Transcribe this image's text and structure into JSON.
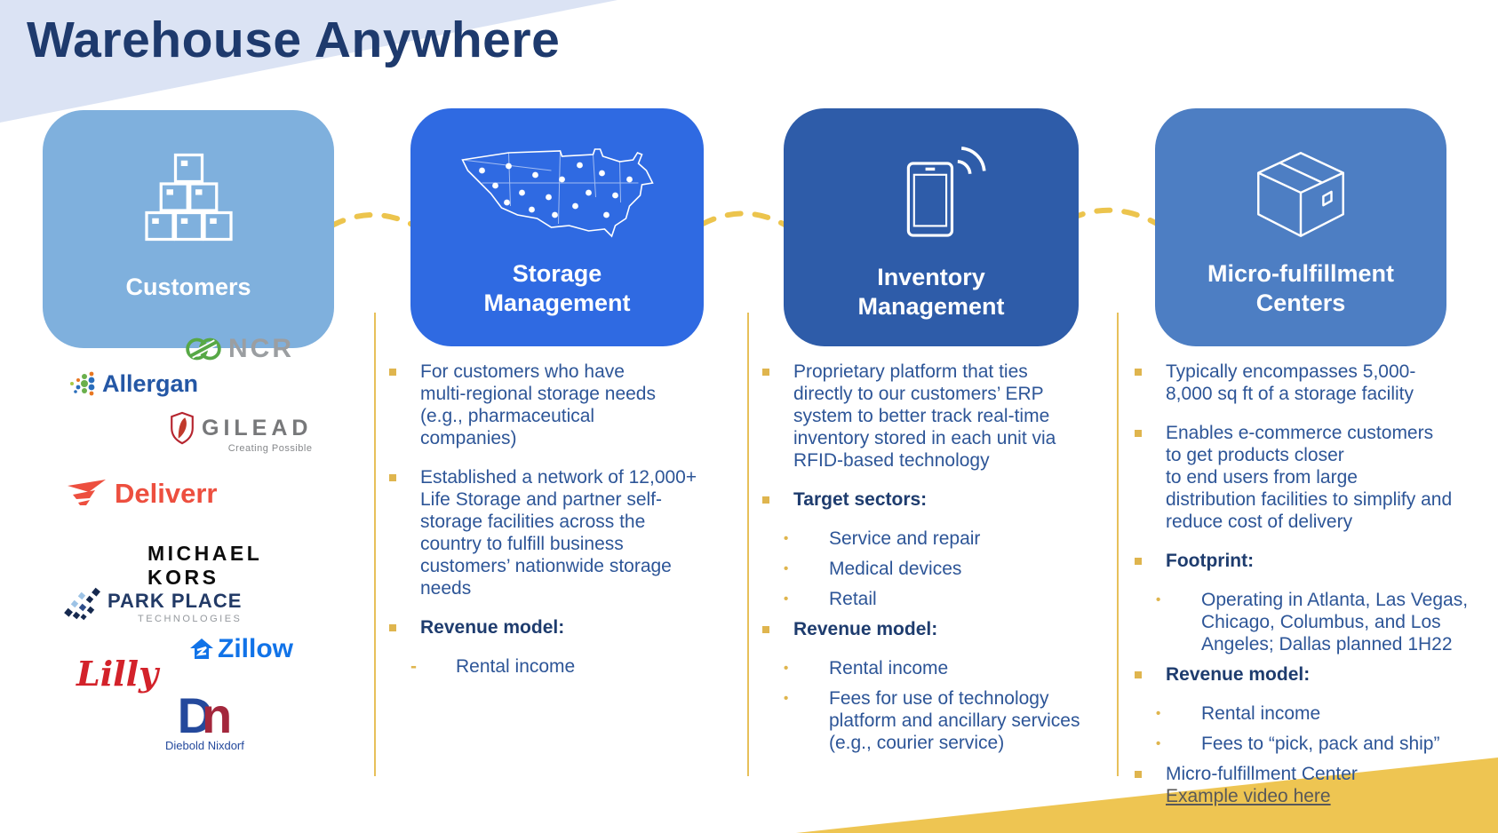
{
  "title": "Warehouse Anywhere",
  "colors": {
    "accent_gold": "#EAC24D",
    "title_navy": "#1E3A6D",
    "body_navy": "#2D5597",
    "bold_navy": "#1E3C6E",
    "customers_box": "#7FB0DD",
    "storage_box": "#2F6AE2",
    "inventory_box": "#2E5CA9",
    "micro_box": "#4D7EC3",
    "link_gray": "#595959"
  },
  "boxes": [
    {
      "label": "Customers"
    },
    {
      "label": "Storage\nManagement"
    },
    {
      "label": "Inventory\nManagement"
    },
    {
      "label": "Micro-fulfillment\nCenters"
    }
  ],
  "logos": [
    {
      "name": "NCR",
      "text": "NCR"
    },
    {
      "name": "Allergan",
      "text": "Allergan"
    },
    {
      "name": "Gilead",
      "text": "GILEAD",
      "tagline": "Creating Possible"
    },
    {
      "name": "Deliverr",
      "text": "Deliverr"
    },
    {
      "name": "Michael Kors",
      "text": "MICHAEL KORS"
    },
    {
      "name": "Park Place Technologies",
      "text": "PARK PLACE",
      "tagline": "TECHNOLOGIES"
    },
    {
      "name": "Zillow",
      "text": "Zillow"
    },
    {
      "name": "Lilly",
      "text": "Lilly"
    },
    {
      "name": "Diebold Nixdorf",
      "text_d": "D",
      "text_n": "n",
      "tagline": "Diebold Nixdorf"
    }
  ],
  "columns": [
    {
      "id": "storage",
      "items": [
        {
          "level": 1,
          "marker": "square",
          "text": "For customers who have\nmulti-regional storage needs\n(e.g., pharmaceutical\ncompanies)"
        },
        {
          "level": 1,
          "marker": "square",
          "text": "Established a network of 12,000+\nLife Storage and partner self-\nstorage facilities across the\ncountry to fulfill business\ncustomers’ nationwide storage\nneeds"
        },
        {
          "level": 1,
          "marker": "square",
          "bold": true,
          "text": "Revenue model:"
        },
        {
          "level": 2,
          "marker": "dash",
          "text": "Rental income"
        }
      ]
    },
    {
      "id": "inventory",
      "items": [
        {
          "level": 1,
          "marker": "square",
          "text": "Proprietary platform that ties\ndirectly to our customers’ ERP\nsystem to better track real-time\ninventory stored in each unit via\nRFID-based technology"
        },
        {
          "level": 1,
          "marker": "square",
          "bold": true,
          "text": "Target sectors:"
        },
        {
          "level": 2,
          "marker": "dot",
          "text": "Service and repair"
        },
        {
          "level": 2,
          "marker": "dot",
          "text": "Medical devices"
        },
        {
          "level": 2,
          "marker": "dot",
          "text": "Retail"
        },
        {
          "level": 1,
          "marker": "square",
          "bold": true,
          "text": "Revenue model:"
        },
        {
          "level": 2,
          "marker": "dot",
          "text": "Rental income"
        },
        {
          "level": 2,
          "marker": "dot",
          "text": "Fees for use of technology\nplatform and ancillary services\n(e.g., courier service)"
        }
      ]
    },
    {
      "id": "micro",
      "items": [
        {
          "level": 1,
          "marker": "square",
          "text": "Typically encompasses 5,000-\n8,000 sq ft of a storage facility"
        },
        {
          "level": 1,
          "marker": "square",
          "text": "Enables e-commerce customers\nto get products closer\nto end users from large\ndistribution facilities to simplify and\nreduce cost of delivery"
        },
        {
          "level": 1,
          "marker": "square",
          "bold": true,
          "text": "Footprint:"
        },
        {
          "level": 2,
          "marker": "dot",
          "text": "Operating in Atlanta, Las Vegas,\nChicago, Columbus, and Los\nAngeles; Dallas planned 1H22"
        },
        {
          "level": 1,
          "marker": "square",
          "bold": true,
          "text": "Revenue model:"
        },
        {
          "level": 2,
          "marker": "dot",
          "text": "Rental income"
        },
        {
          "level": 2,
          "marker": "dot",
          "text": "Fees to “pick, pack and ship”"
        },
        {
          "level": 1,
          "marker": "square",
          "text": "Micro-fulfillment Center",
          "link": "Example video here"
        }
      ]
    }
  ]
}
